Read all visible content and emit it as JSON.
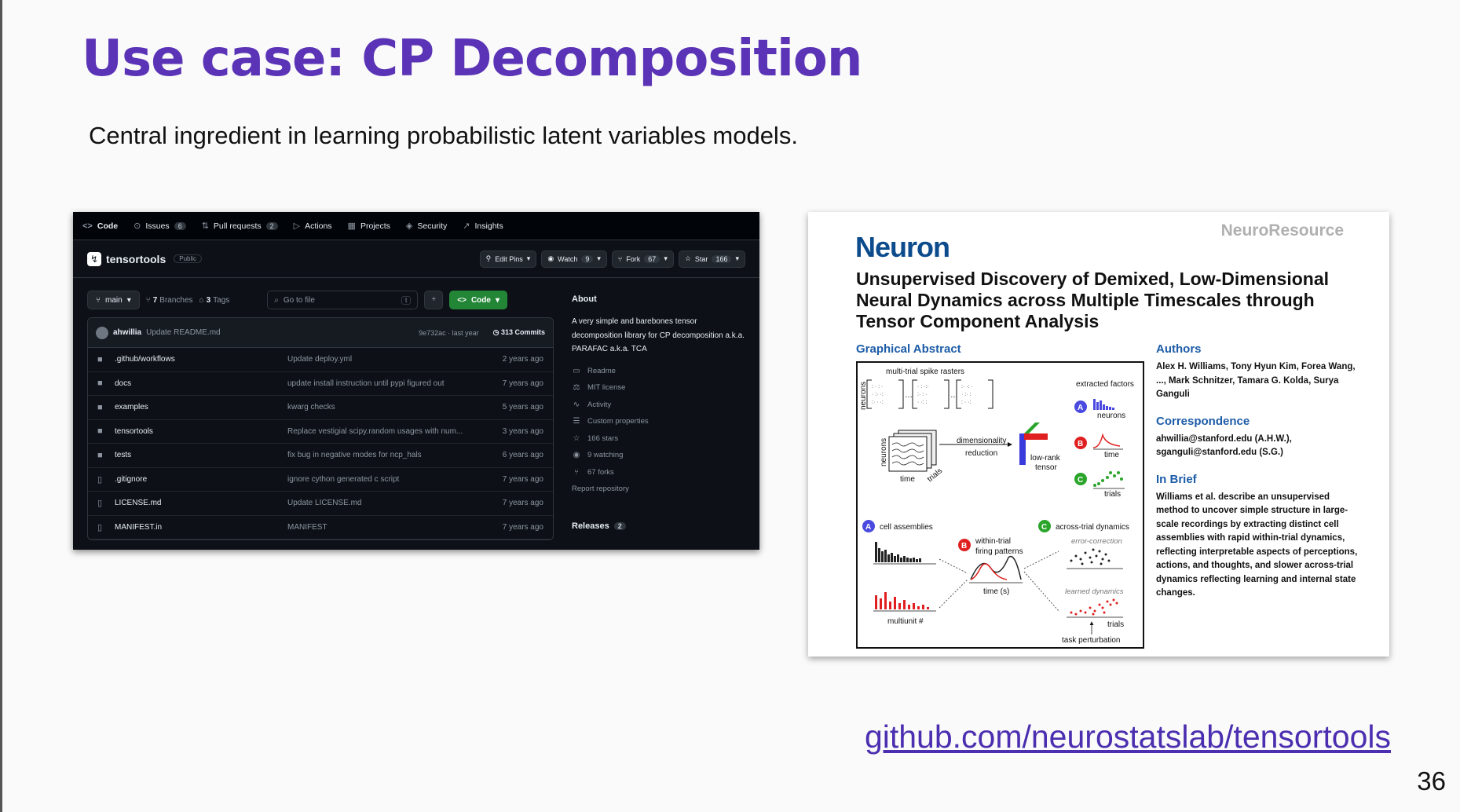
{
  "slide": {
    "title": "Use case: CP Decomposition",
    "subtitle": "Central ingredient in learning probabilistic latent variables models.",
    "link_text": "github.com/neurostatslab/tensortools",
    "page_number": "36"
  },
  "github": {
    "tabs": [
      {
        "icon": "code-icon",
        "label": "Code",
        "badge": ""
      },
      {
        "icon": "issues-icon",
        "label": "Issues",
        "badge": "6"
      },
      {
        "icon": "pull-request-icon",
        "label": "Pull requests",
        "badge": "2"
      },
      {
        "icon": "actions-icon",
        "label": "Actions",
        "badge": ""
      },
      {
        "icon": "projects-icon",
        "label": "Projects",
        "badge": ""
      },
      {
        "icon": "security-icon",
        "label": "Security",
        "badge": ""
      },
      {
        "icon": "insights-icon",
        "label": "Insights",
        "badge": ""
      }
    ],
    "repo_name": "tensortools",
    "visibility": "Public",
    "edit_pins": "Edit Pins",
    "watch": {
      "label": "Watch",
      "count": "9"
    },
    "fork": {
      "label": "Fork",
      "count": "67"
    },
    "star": {
      "label": "Star",
      "count": "166"
    },
    "branch": "main",
    "branches": {
      "count": "7",
      "label": "Branches"
    },
    "tags": {
      "count": "3",
      "label": "Tags"
    },
    "go_to_file_placeholder": "Go to file",
    "go_to_file_key": "t",
    "code_button": "Code",
    "latest_commit": {
      "author": "ahwillia",
      "message": "Update README.md",
      "sha_time": "9e732ac · last year",
      "commits": "313 Commits"
    },
    "files": [
      {
        "type": "folder",
        "name": ".github/workflows",
        "message": "Update deploy.yml",
        "time": "2 years ago"
      },
      {
        "type": "folder",
        "name": "docs",
        "message": "update install instruction until pypi figured out",
        "time": "7 years ago"
      },
      {
        "type": "folder",
        "name": "examples",
        "message": "kwarg checks",
        "time": "5 years ago"
      },
      {
        "type": "folder",
        "name": "tensortools",
        "message": "Replace vestigial scipy.random usages with num...",
        "time": "3 years ago"
      },
      {
        "type": "folder",
        "name": "tests",
        "message": "fix bug in negative modes for ncp_hals",
        "time": "6 years ago"
      },
      {
        "type": "file",
        "name": ".gitignore",
        "message": "ignore cython generated c script",
        "time": "7 years ago"
      },
      {
        "type": "file",
        "name": "LICENSE.md",
        "message": "Update LICENSE.md",
        "time": "7 years ago"
      },
      {
        "type": "file",
        "name": "MANIFEST.in",
        "message": "MANIFEST",
        "time": "7 years ago"
      }
    ],
    "about": {
      "heading": "About",
      "description": "A very simple and barebones tensor decomposition library for CP decomposition a.k.a. PARAFAC a.k.a. TCA",
      "items": [
        {
          "icon": "book-icon",
          "label": "Readme"
        },
        {
          "icon": "scale-icon",
          "label": "MIT license"
        },
        {
          "icon": "pulse-icon",
          "label": "Activity"
        },
        {
          "icon": "list-icon",
          "label": "Custom properties"
        },
        {
          "icon": "star-icon",
          "label": "166 stars"
        },
        {
          "icon": "eye-icon",
          "label": "9 watching"
        },
        {
          "icon": "fork-icon",
          "label": "67 forks"
        },
        {
          "icon": "",
          "label": "Report repository"
        }
      ],
      "releases_label": "Releases",
      "releases_count": "2"
    }
  },
  "paper": {
    "resource_label": "NeuroResource",
    "journal": "Neuron",
    "title": "Unsupervised Discovery of Demixed, Low-Dimensional Neural Dynamics across Multiple Timescales through Tensor Component Analysis",
    "graphical_abstract_heading": "Graphical Abstract",
    "figure_labels": {
      "spike_rasters": "multi-trial spike rasters",
      "neurons": "neurons",
      "time": "time",
      "trials": "trials",
      "dim_reduction_1": "dimensionality",
      "dim_reduction_2": "reduction",
      "low_rank_1": "low-rank",
      "low_rank_2": "tensor",
      "extracted_factors": "extracted factors",
      "a": "A",
      "b": "B",
      "c": "C",
      "cell_assemblies": "cell assemblies",
      "across_trial": "across-trial dynamics",
      "within_trial_1": "within-trial",
      "within_trial_2": "firing patterns",
      "error_correction": "error-correction",
      "learned_dynamics": "learned dynamics",
      "time_s": "time (s)",
      "multiunit": "multiunit #",
      "task_perturbation": "task perturbation"
    },
    "authors_heading": "Authors",
    "authors": "Alex H. Williams, Tony Hyun Kim, Forea Wang, ..., Mark Schnitzer, Tamara G. Kolda, Surya Ganguli",
    "correspondence_heading": "Correspondence",
    "correspondence": "ahwillia@stanford.edu (A.H.W.), sganguli@stanford.edu (S.G.)",
    "in_brief_heading": "In Brief",
    "in_brief": "Williams et al. describe an unsupervised method to uncover simple structure in large-scale recordings by extracting distinct cell assemblies with rapid within-trial dynamics, reflecting interpretable aspects of perceptions, actions, and thoughts, and slower across-trial dynamics reflecting learning and internal state changes."
  },
  "colors": {
    "title_purple": "#5b33b6",
    "link_purple": "#4b2fb0",
    "github_bg": "#0d1117",
    "github_green": "#238636",
    "neuron_blue": "#0c4b8c",
    "factor_a": "#4a4ae0",
    "factor_b": "#e02020",
    "factor_c": "#2aa52a"
  }
}
